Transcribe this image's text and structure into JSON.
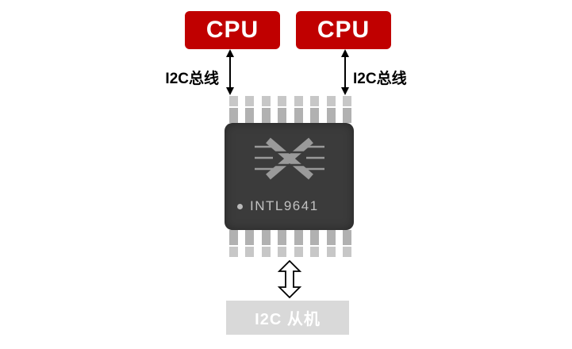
{
  "diagram": {
    "cpu_boxes": [
      {
        "label": "CPU"
      },
      {
        "label": "CPU"
      }
    ],
    "bus_labels": [
      {
        "label": "I2C总线"
      },
      {
        "label": "I2C总线"
      }
    ],
    "chip": {
      "part_number": "INTL9641",
      "logo": "x-circuit-logo",
      "pin_count_top": 8,
      "pin_count_bottom": 8
    },
    "slave_box": {
      "label": "I2C 从机"
    },
    "icons": {
      "bus_arrow": "double-headed-vertical-arrow",
      "slave_arrow": "outlined-double-headed-vertical-arrow"
    },
    "colors": {
      "cpu_bg": "#c00000",
      "cpu_text": "#ffffff",
      "chip_body": "#3b3b3b",
      "chip_text": "#c2c2c2",
      "pin": "#b1b1b1",
      "slave_bg": "#d9d9d9",
      "slave_text": "#ffffff",
      "arrow": "#000000",
      "background": "#ffffff"
    }
  }
}
